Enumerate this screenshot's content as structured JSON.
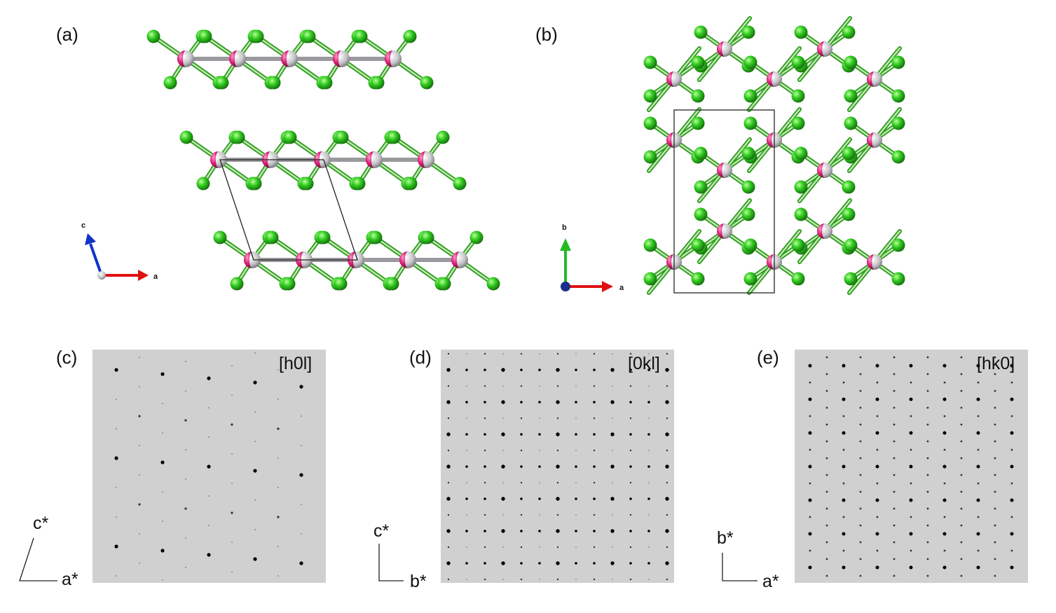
{
  "panels": {
    "a": {
      "label": "(a)",
      "axis_x": "a",
      "axis_y": "c"
    },
    "b": {
      "label": "(b)",
      "axis_x": "a",
      "axis_y": "b"
    },
    "c": {
      "label": "(c)",
      "zone": "[h0l]",
      "axis_x": "a*",
      "axis_y": "c*"
    },
    "d": {
      "label": "(d)",
      "zone": "[0kl]",
      "axis_x": "b*",
      "axis_y": "c*"
    },
    "e": {
      "label": "(e)",
      "zone": "[hk0]",
      "axis_x": "a*",
      "axis_y": "b*"
    }
  },
  "colors": {
    "ligand_atom": "#33cc22",
    "metal_atom_a": "#d81b74",
    "metal_atom_b": "#c8c8cc",
    "bond": "#a8d8a0",
    "diffraction_background": "#d0d0d0",
    "spot": "#000000",
    "axis_a": "#e01010",
    "axis_b": "#22bb22",
    "axis_c": "#1133cc"
  }
}
